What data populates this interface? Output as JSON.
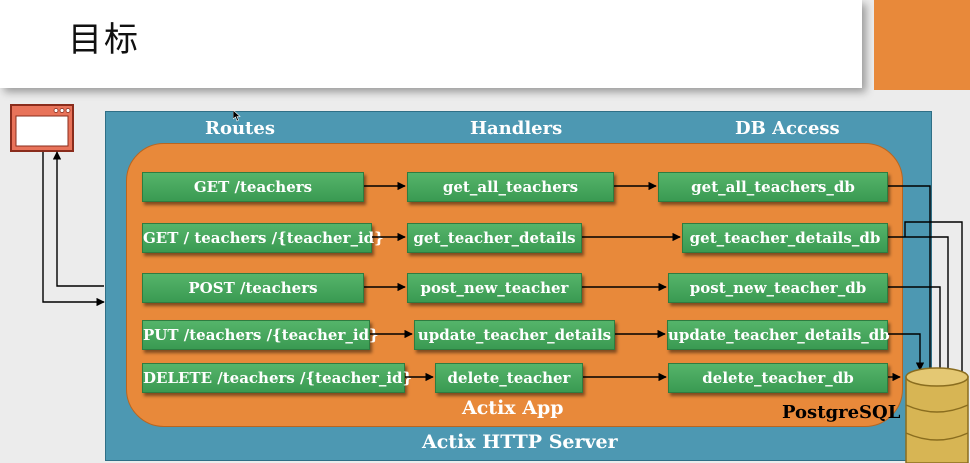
{
  "slide": {
    "title": "目标"
  },
  "columns": {
    "routes": "Routes",
    "handlers": "Handlers",
    "db_access": "DB Access"
  },
  "rows": [
    {
      "route": "GET /teachers",
      "handler": "get_all_teachers",
      "db": "get_all_teachers_db"
    },
    {
      "route": "GET / teachers /{teacher_id}",
      "handler": "get_teacher_details",
      "db": "get_teacher_details_db"
    },
    {
      "route": "POST /teachers",
      "handler": "post_new_teacher",
      "db": "post_new_teacher_db"
    },
    {
      "route": "PUT /teachers /{teacher_id}",
      "handler": "update_teacher_details",
      "db": "update_teacher_details_db"
    },
    {
      "route": "DELETE /teachers /{teacher_id}",
      "handler": "delete_teacher",
      "db": "delete_teacher_db"
    }
  ],
  "labels": {
    "app": "Actix App",
    "server": "Actix HTTP Server",
    "database": "PostgreSQL"
  },
  "colors": {
    "server": "#4d98b2",
    "app": "#e8893a",
    "node": "#3fa257",
    "database": "#d7b554",
    "browser": "#e8735a"
  }
}
